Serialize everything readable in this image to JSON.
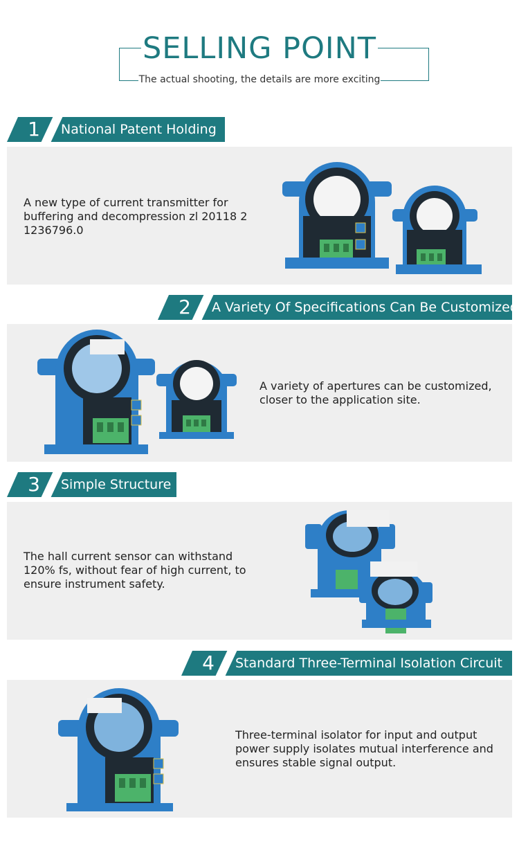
{
  "header": {
    "title": "SELLING POINT",
    "subtitle": "The actual shooting, the details are more exciting"
  },
  "sections": [
    {
      "number": "1",
      "heading": "National Patent Holding",
      "description": "A new type of current transmitter for buffering and decompression zl 20118 2 1236796.0"
    },
    {
      "number": "2",
      "heading": "A Variety Of Specifications Can Be Customized",
      "description": "A variety of apertures can be customized, closer to the application site."
    },
    {
      "number": "3",
      "heading": "Simple Structure",
      "description": "The hall current sensor can withstand 120% fs, without fear of high current, to ensure instrument safety."
    },
    {
      "number": "4",
      "heading": "Standard Three-Terminal Isolation Circuit",
      "description": "Three-terminal isolator for input and output power supply isolates mutual interference and ensures stable signal output."
    }
  ],
  "colors": {
    "accent": "#1e7a80",
    "panel": "#efefef",
    "sensor_blue": "#2e7fc7",
    "terminal_green": "#4cb36a"
  }
}
